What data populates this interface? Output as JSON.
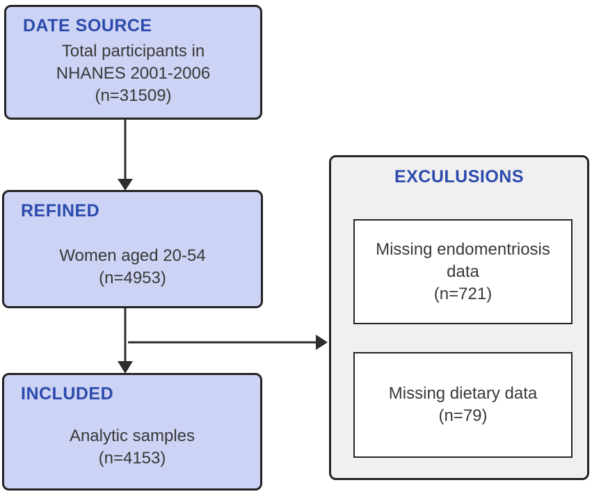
{
  "colors": {
    "node_fill": "#cdd3f4",
    "node_border": "#232323",
    "title_blue": "#2b4aac",
    "body_text": "#383838",
    "exclusions_fill": "#f0f0f0",
    "exclusion_item_fill": "#ffffff",
    "arrow": "#2d2d2d",
    "background": "#ffffff"
  },
  "flow": {
    "nodes": [
      {
        "id": "date-source",
        "title": "DATE SOURCE",
        "lines": [
          "Total participants in",
          "NHANES 2001-2006",
          "(n=31509)"
        ]
      },
      {
        "id": "refined",
        "title": "REFINED",
        "lines": [
          "Women aged 20-54",
          "(n=4953)"
        ]
      },
      {
        "id": "included",
        "title": "INCLUDED",
        "lines": [
          "Analytic samples",
          "(n=4153)"
        ]
      }
    ],
    "exclusions": {
      "title": "EXCULUSIONS",
      "items": [
        {
          "lines": [
            "Missing endomentriosis",
            "data",
            "(n=721)"
          ]
        },
        {
          "lines": [
            "Missing dietary data",
            "(n=79)"
          ]
        }
      ]
    }
  }
}
